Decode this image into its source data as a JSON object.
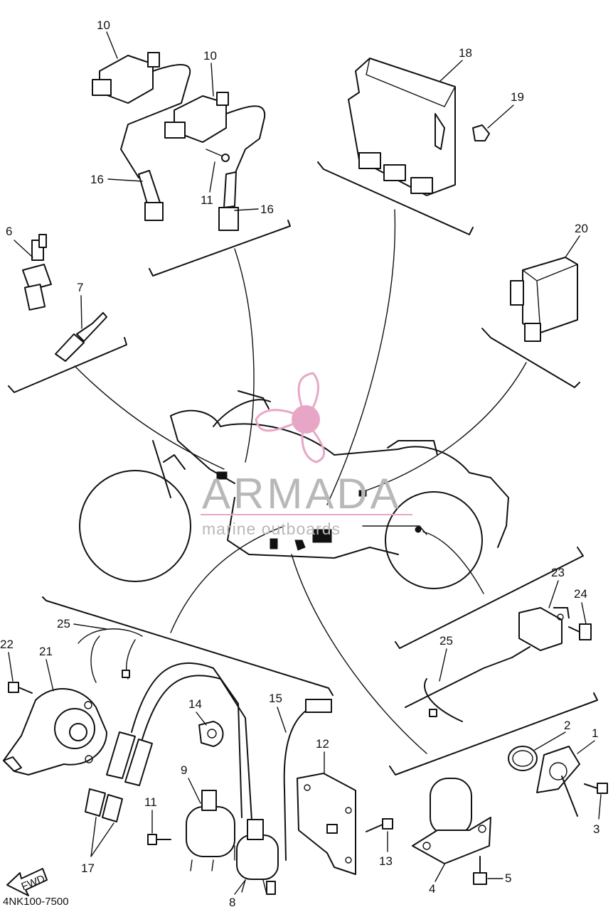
{
  "diagram_code": "4NK100-7500",
  "fwd_label": "FWD",
  "watermark": {
    "brand": "ARMADA",
    "tagline": "marine outboards",
    "accent_color": "#e8a6c6"
  },
  "part_numbers": {
    "p1": "1",
    "p2": "2",
    "p3": "3",
    "p4": "4",
    "p5": "5",
    "p6": "6",
    "p7": "7",
    "p8": "8",
    "p9": "9",
    "p10a": "10",
    "p10b": "10",
    "p11a": "11",
    "p11b": "11",
    "p12": "12",
    "p13": "13",
    "p14": "14",
    "p15": "15",
    "p16a": "16",
    "p16b": "16",
    "p17": "17",
    "p18": "18",
    "p19": "19",
    "p20": "20",
    "p21": "21",
    "p22": "22",
    "p23": "23",
    "p24": "24",
    "p25a": "25",
    "p25b": "25"
  }
}
